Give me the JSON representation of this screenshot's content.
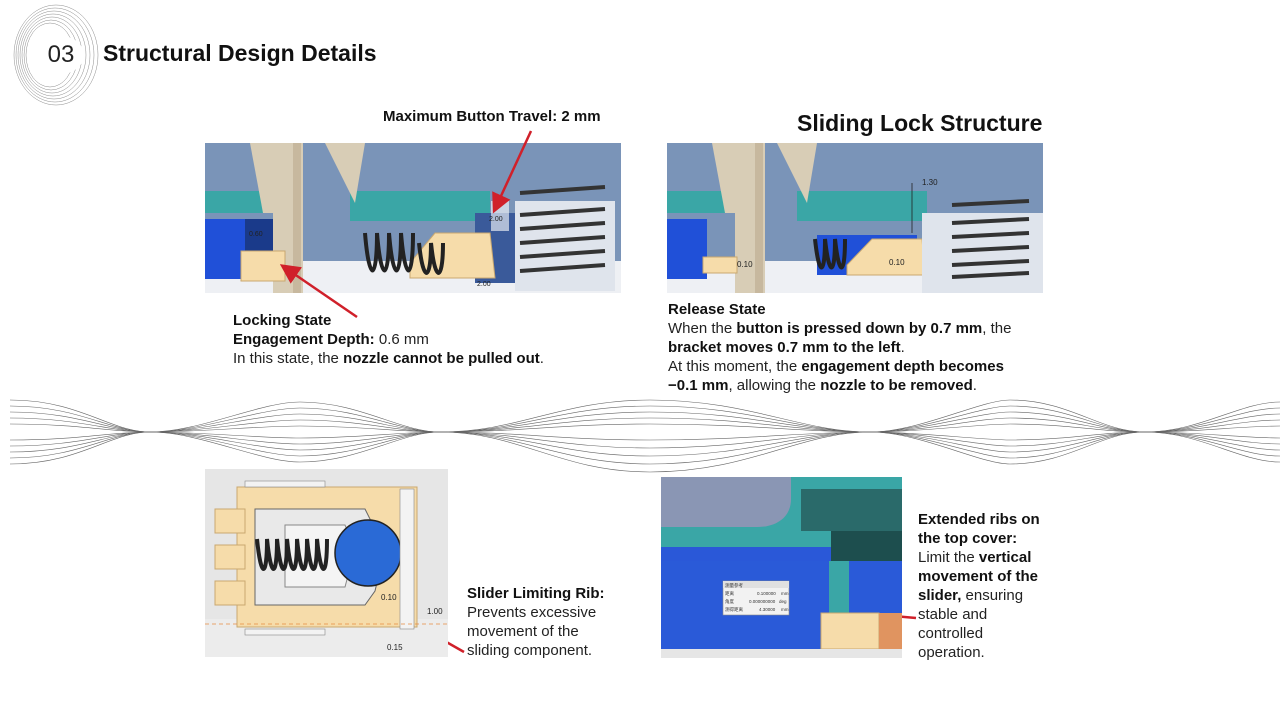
{
  "header": {
    "section_number": "03",
    "title": "Structural Design Details"
  },
  "section_title": "Sliding Lock Structure",
  "callout_travel": "Maximum Button Travel: 2 mm",
  "locking": {
    "title": "Locking State",
    "depth_label": "Engagement Depth:",
    "depth_value": " 0.6 mm",
    "line3_pre": "In this state, the ",
    "line3_bold": "nozzle cannot be pulled out",
    "line3_post": ".",
    "dims": {
      "left": "0.60",
      "right": "2.00",
      "bottom": "2.00"
    }
  },
  "release": {
    "title": "Release State",
    "l1_pre": "When the ",
    "l1_bold": "button is pressed down by 0.7 mm",
    "l1_post": ", the",
    "l2_bold": "bracket moves 0.7 mm to the left",
    "l2_post": ".",
    "l3_pre": "At this moment, the ",
    "l3_bold": "engagement depth becomes",
    "l4_bold": "−0.1 mm",
    "l4_mid": ", allowing the ",
    "l4_bold2": "nozzle to be removed",
    "l4_post": ".",
    "dims": {
      "top": "1.30",
      "left": "0.10",
      "right": "0.10"
    }
  },
  "slider_rib": {
    "title": "Slider Limiting Rib:",
    "lines": [
      "Prevents excessive",
      "movement of the",
      "sliding component."
    ],
    "dims": {
      "a": "0.10",
      "b": "1.00",
      "c": "0.15"
    }
  },
  "ribs": {
    "title_lines": [
      "Extended ribs on",
      "the top cover:"
    ],
    "l1_pre": "Limit the ",
    "l1_bold": "vertical",
    "l2_bold": "movement of the",
    "l3_bold": "slider,",
    "l3_post": " ensuring",
    "l4": "stable and",
    "l5": "controlled",
    "l6": "operation.",
    "panel": {
      "header": "测量参考",
      "rows": [
        {
          "label": "距离",
          "value": "0.100000",
          "unit": "mm"
        },
        {
          "label": "角度",
          "value": "0.000000000",
          "unit": "deg"
        },
        {
          "label": "测得距离",
          "value": "4.30000",
          "unit": "mm"
        }
      ]
    }
  },
  "colors": {
    "accent_arrow": "#d0202a",
    "cad_blue": "#7a94b8",
    "teal": "#3aa6a6",
    "cream": "#f6dcaa",
    "deep_blue": "#2050d8"
  }
}
